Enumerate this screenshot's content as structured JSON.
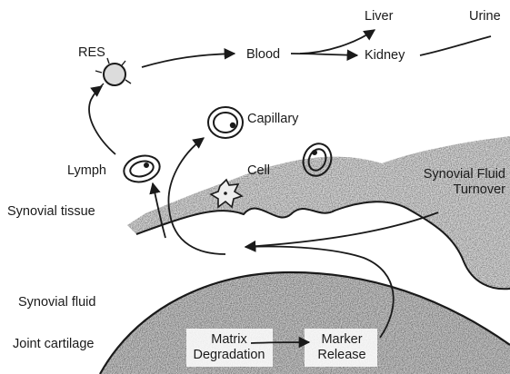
{
  "labels": {
    "liver": "Liver",
    "urine": "Urine",
    "res": "RES",
    "blood": "Blood",
    "kidney": "Kidney",
    "capillary": "Capillary",
    "lymph": "Lymph",
    "cell": "Cell",
    "synovial_fluid_turnover_line1": "Synovial Fluid",
    "synovial_fluid_turnover_line2": "Turnover",
    "synovial_tissue": "Synovial tissue",
    "synovial_fluid": "Synovial fluid",
    "joint_cartilage": "Joint cartilage",
    "matrix_degradation_line1": "Matrix",
    "matrix_degradation_line2": "Degradation",
    "marker_release_line1": "Marker",
    "marker_release_line2": "Release"
  },
  "colors": {
    "ink": "#1a1a1a",
    "tissue_fill": "#cfcfcf",
    "cartilage_fill": "#c2c2c2",
    "background": "#ffffff"
  }
}
